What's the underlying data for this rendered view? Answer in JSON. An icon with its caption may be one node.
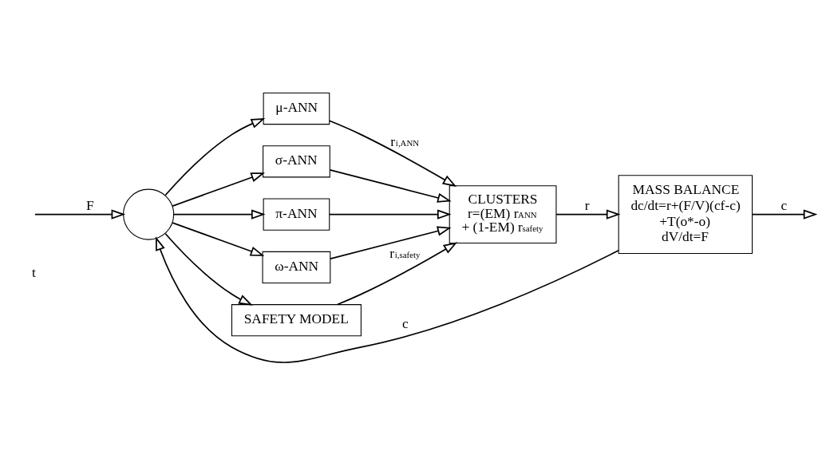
{
  "diagram": {
    "nodes": [
      {
        "text": [],
        "shape": "circle"
      },
      {
        "text": [
          "μ-ANN"
        ]
      },
      {
        "text": [
          "σ-ANN"
        ]
      },
      {
        "text": [
          "π-ANN"
        ]
      },
      {
        "text": [
          "ω-ANN"
        ]
      },
      {
        "text": [
          "SAFETY MODEL"
        ]
      },
      {
        "text": [
          "CLUSTERS",
          "r=(EM) r$_{ANN}$",
          "+ (1-EM) r$_{safety}$"
        ]
      },
      {
        "text": [
          "MASS BALANCE",
          "dc/dt=r+(F/V)(cf-c)",
          "+T(o*-o)",
          "dV/dt=F"
        ]
      }
    ],
    "edges": [
      {
        "from": null,
        "to": 0,
        "arrow": "to",
        "label": "F"
      },
      {
        "from": 0,
        "to": 1,
        "arrow": "to"
      },
      {
        "from": 0,
        "to": 2,
        "arrow": "to"
      },
      {
        "from": 0,
        "to": 3,
        "arrow": "to"
      },
      {
        "from": 0,
        "to": 4,
        "arrow": "to"
      },
      {
        "from": 0,
        "to": 5,
        "arrow": "to"
      },
      {
        "from": 1,
        "to": 6,
        "arrow": "to",
        "label": "r$_{i,ANN}$"
      },
      {
        "from": 2,
        "to": 6,
        "arrow": "to"
      },
      {
        "from": 3,
        "to": 6,
        "arrow": "to"
      },
      {
        "from": 4,
        "to": 6,
        "arrow": "to"
      },
      {
        "from": 5,
        "to": 6,
        "arrow": "to",
        "label": "r$_{i,safety}$"
      },
      {
        "from": 6,
        "to": 7,
        "arrow": "to",
        "label": "r"
      },
      {
        "from": 7,
        "to": null,
        "arrow": "to",
        "label": "c"
      },
      {
        "from": 7,
        "to": 0,
        "arrow": "to",
        "label": "c"
      }
    ],
    "labels": [
      "t"
    ]
  }
}
